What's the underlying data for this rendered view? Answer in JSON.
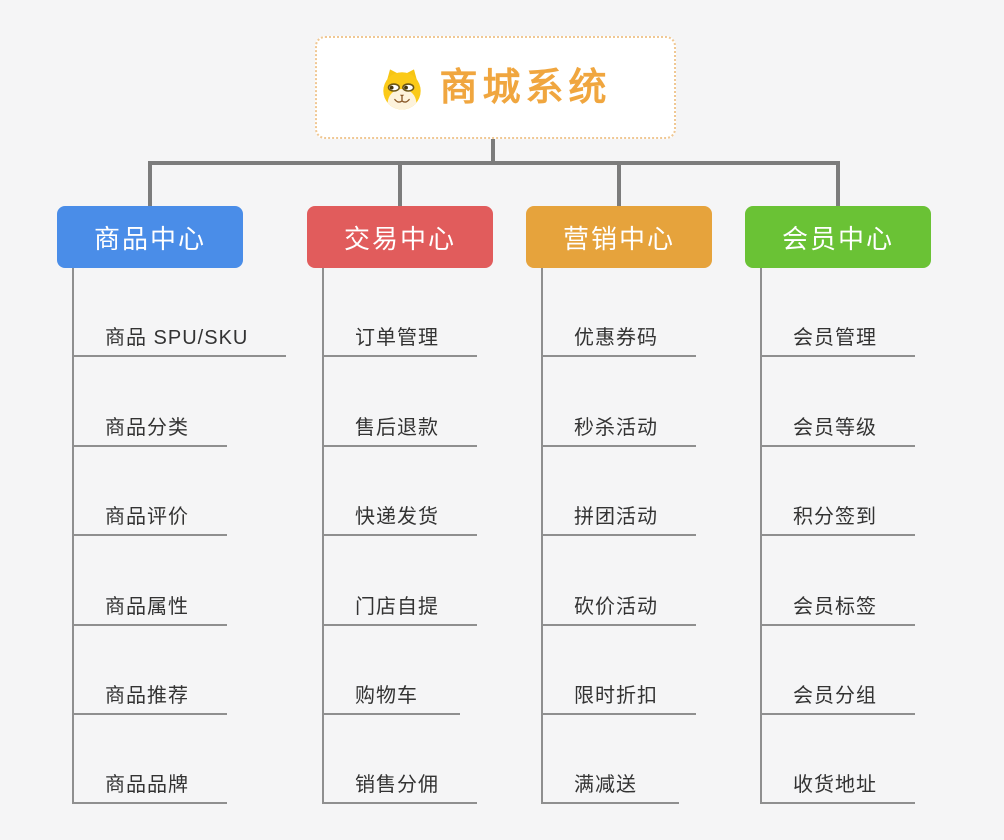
{
  "root": {
    "title": "商城系统",
    "icon": "dog-face-icon",
    "title_color": "#f0a63f",
    "border_color": "#f0c894"
  },
  "branches": [
    {
      "label": "商品中心",
      "color": "#4a8de8",
      "items": [
        "商品 SPU/SKU",
        "商品分类",
        "商品评价",
        "商品属性",
        "商品推荐",
        "商品品牌"
      ]
    },
    {
      "label": "交易中心",
      "color": "#e15c5c",
      "items": [
        "订单管理",
        "售后退款",
        "快递发货",
        "门店自提",
        "购物车",
        "销售分佣"
      ]
    },
    {
      "label": "营销中心",
      "color": "#e6a33c",
      "items": [
        "优惠券码",
        "秒杀活动",
        "拼团活动",
        "砍价活动",
        "限时折扣",
        "满减送"
      ]
    },
    {
      "label": "会员中心",
      "color": "#6ac235",
      "items": [
        "会员管理",
        "会员等级",
        "积分签到",
        "会员标签",
        "会员分组",
        "收货地址"
      ]
    }
  ],
  "colors": {
    "background": "#f5f5f6",
    "connector": "#7c7c7c",
    "leaf_line": "#8f8f8f",
    "leaf_text": "#333333"
  }
}
